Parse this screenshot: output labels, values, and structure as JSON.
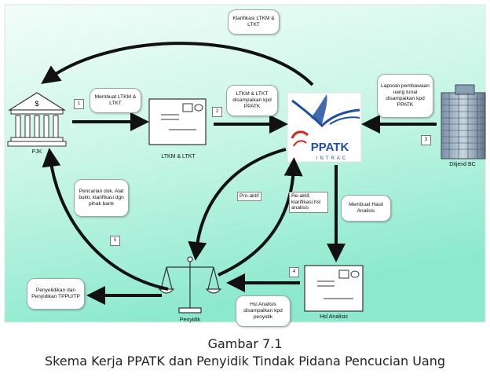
{
  "nodes": {
    "pjk": "PJK",
    "ltkm_ltkt": "LTKM & LTKT",
    "ditjend_bc": "Ditjend BC",
    "hsl_analisis": "Hsl Analisis",
    "penyidik": "Penyidik",
    "ppatk_logo": "PPATK",
    "ppatk_sub": "INTRAC"
  },
  "callouts": {
    "klarifikasi": "Klarifikasi LTKM & LTKT",
    "membuat_ltkm": "Membuat LTKM & LTKT",
    "disampaikan": "LTKM & LTKT disampaikan kpd PPATK",
    "laporan_bc": "Laporan pembawaan uang tunai disampaikan kpd PPATK",
    "pencarian": "Pencarian dok. Alat bukti, klarifikasi dgn pihak bank",
    "membuat_hasil": "Membuat Hasil Analisis",
    "penyelidikan": "Penyelidikan dan Penyidikan TPPU/TP",
    "hsl_disampaikan": "Hsl Analisis disampaikan kpd penyidik"
  },
  "tags": {
    "pro_aktif": "Pro-aktif",
    "re_aktif": "Re-aktif, klarifikasi hsl analisis"
  },
  "steps": [
    "1",
    "2",
    "3",
    "4",
    "5"
  ],
  "caption": {
    "line1": "Gambar 7.1",
    "line2": "Skema Kerja PPATK dan Penyidik Tindak Pidana Pencucian Uang"
  },
  "colors": {
    "background_top": "#e9fbf6",
    "background_bottom": "#9cefd6",
    "arrow": "#111111",
    "ppatk_blue": "#1f4fa0",
    "ppatk_red": "#cc2a1c"
  }
}
